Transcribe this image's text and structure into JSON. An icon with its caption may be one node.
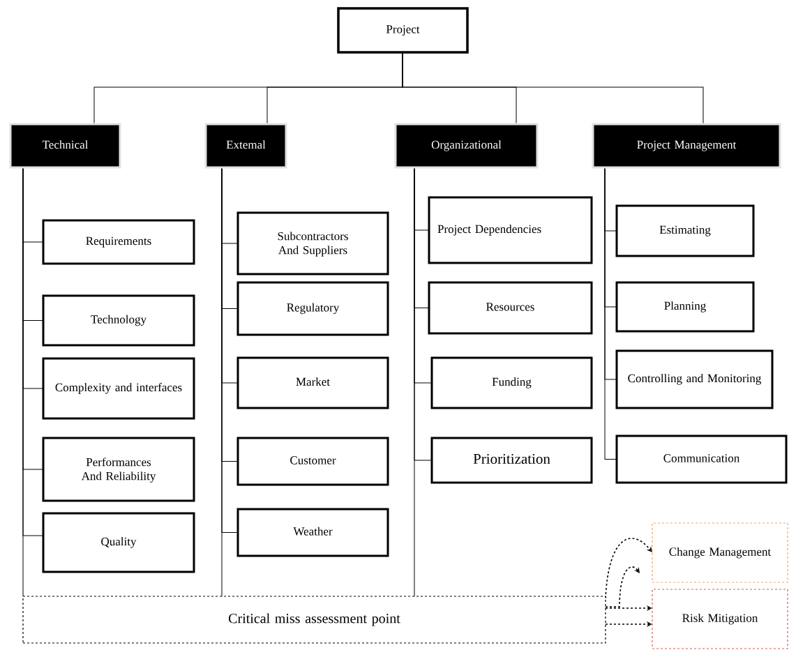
{
  "diagram": {
    "nodes": [
      {
        "text": [
          "Project"
        ]
      },
      {
        "text": [
          "Technical"
        ]
      },
      {
        "text": [
          "Extemal"
        ]
      },
      {
        "text": [
          "Organizational"
        ]
      },
      {
        "text": [
          "Project Management"
        ]
      },
      {
        "text": [
          "Requirements"
        ]
      },
      {
        "text": [
          "Technology"
        ]
      },
      {
        "text": [
          "Complexity and interfaces"
        ]
      },
      {
        "text": [
          "Performances And Reliability"
        ]
      },
      {
        "text": [
          "Quality"
        ]
      },
      {
        "text": [
          "Subcontractors And Suppliers"
        ]
      },
      {
        "text": [
          "Regulatory"
        ]
      },
      {
        "text": [
          "Market"
        ]
      },
      {
        "text": [
          "Customer"
        ]
      },
      {
        "text": [
          "Weather"
        ]
      },
      {
        "text": [
          "Project Dependencies"
        ]
      },
      {
        "text": [
          "Resources"
        ]
      },
      {
        "text": [
          "Funding"
        ]
      },
      {
        "text": [
          "Prioritization"
        ]
      },
      {
        "text": [
          "Estimating"
        ]
      },
      {
        "text": [
          "Planning"
        ]
      },
      {
        "text": [
          "Controlling and Monitoring"
        ]
      },
      {
        "text": [
          "Communication"
        ]
      },
      {
        "text": [
          "Critical miss assessment point"
        ]
      },
      {
        "text": [
          "Change Management"
        ]
      },
      {
        "text": [
          "Risk Mitigation"
        ]
      }
    ],
    "edges": [
      {
        "from": 0,
        "to": 1,
        "arrow": "none"
      },
      {
        "from": 0,
        "to": 2,
        "arrow": "none"
      },
      {
        "from": 0,
        "to": 3,
        "arrow": "none"
      },
      {
        "from": 0,
        "to": 4,
        "arrow": "none"
      },
      {
        "from": 1,
        "to": 5,
        "arrow": "none"
      },
      {
        "from": 1,
        "to": 6,
        "arrow": "none"
      },
      {
        "from": 1,
        "to": 7,
        "arrow": "none"
      },
      {
        "from": 1,
        "to": 8,
        "arrow": "none"
      },
      {
        "from": 1,
        "to": 9,
        "arrow": "none"
      },
      {
        "from": 2,
        "to": 10,
        "arrow": "none"
      },
      {
        "from": 2,
        "to": 11,
        "arrow": "none"
      },
      {
        "from": 2,
        "to": 12,
        "arrow": "none"
      },
      {
        "from": 2,
        "to": 13,
        "arrow": "none"
      },
      {
        "from": 2,
        "to": 14,
        "arrow": "none"
      },
      {
        "from": 3,
        "to": 15,
        "arrow": "none"
      },
      {
        "from": 3,
        "to": 16,
        "arrow": "none"
      },
      {
        "from": 3,
        "to": 17,
        "arrow": "none"
      },
      {
        "from": 3,
        "to": 18,
        "arrow": "none"
      },
      {
        "from": 4,
        "to": 19,
        "arrow": "none"
      },
      {
        "from": 4,
        "to": 20,
        "arrow": "none"
      },
      {
        "from": 4,
        "to": 21,
        "arrow": "none"
      },
      {
        "from": 4,
        "to": 22,
        "arrow": "none"
      },
      {
        "from": 1,
        "to": 23,
        "arrow": "none"
      },
      {
        "from": 2,
        "to": 23,
        "arrow": "none"
      },
      {
        "from": 3,
        "to": 23,
        "arrow": "none"
      },
      {
        "from": 23,
        "to": 24,
        "arrow": "to",
        "style": "dashed"
      },
      {
        "from": 23,
        "to": 24,
        "arrow": "to",
        "style": "dashed"
      },
      {
        "from": 23,
        "to": 25,
        "arrow": "to",
        "style": "dashed"
      },
      {
        "from": 23,
        "to": 25,
        "arrow": "to",
        "style": "dashed"
      }
    ]
  }
}
